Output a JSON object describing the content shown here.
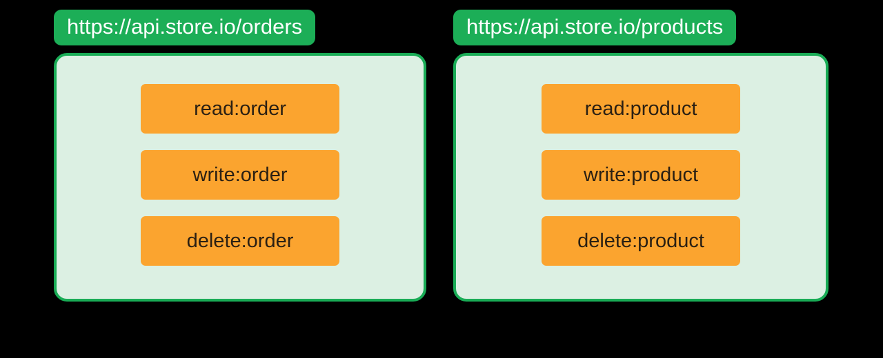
{
  "diagram": {
    "background_color": "#000000",
    "accent_green": "#19AC56",
    "panel_fill": "#DCF0E3",
    "chip_color": "#FBA42F",
    "chip_text_color": "#2B2013",
    "badge_text_color": "#FFFFFF",
    "resources": [
      {
        "endpoint": "https://api.store.io/orders",
        "scopes": [
          {
            "label": "read:order"
          },
          {
            "label": "write:order"
          },
          {
            "label": "delete:order"
          }
        ]
      },
      {
        "endpoint": "https://api.store.io/products",
        "scopes": [
          {
            "label": "read:product"
          },
          {
            "label": "write:product"
          },
          {
            "label": "delete:product"
          }
        ]
      }
    ]
  }
}
